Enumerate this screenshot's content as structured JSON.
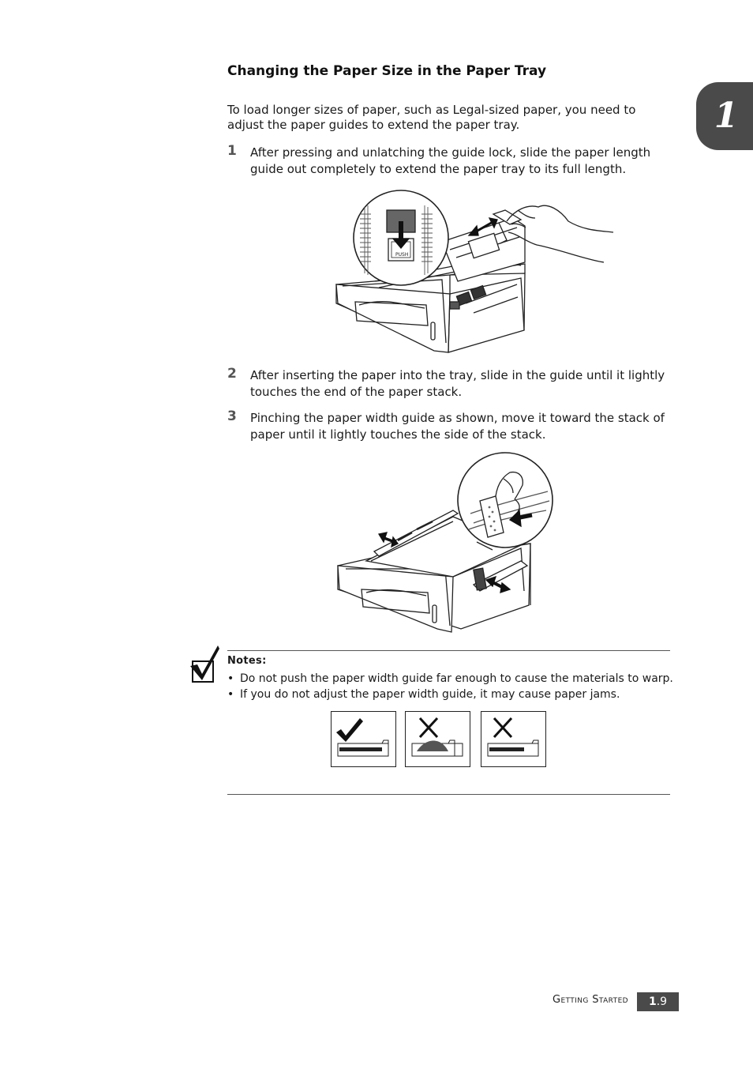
{
  "chapter": {
    "number": "1"
  },
  "section": {
    "title": "Changing the Paper Size in the Paper Tray",
    "intro": "To load longer sizes of paper, such as Legal-sized paper, you need to adjust the paper guides to extend the paper tray."
  },
  "steps": [
    {
      "number": "1",
      "text": "After pressing and unlatching the guide lock, slide the paper length guide out completely to extend the paper tray to its full length."
    },
    {
      "number": "2",
      "text": "After inserting the paper into the tray, slide in the guide until it lightly touches the end of the paper stack."
    },
    {
      "number": "3",
      "text": "Pinching the paper width guide as shown, move it toward the stack of paper until it lightly touches the side of the stack."
    }
  ],
  "figure1": {
    "push_label": "PUSH"
  },
  "notes": {
    "title": "Notes",
    "items": [
      "Do not push the paper width guide far enough to cause the materials to warp.",
      "If you do not adjust the paper width guide, it may cause paper jams."
    ]
  },
  "footer": {
    "section_label": "Getting Started",
    "page_chapter": "1",
    "page_number": "9"
  }
}
